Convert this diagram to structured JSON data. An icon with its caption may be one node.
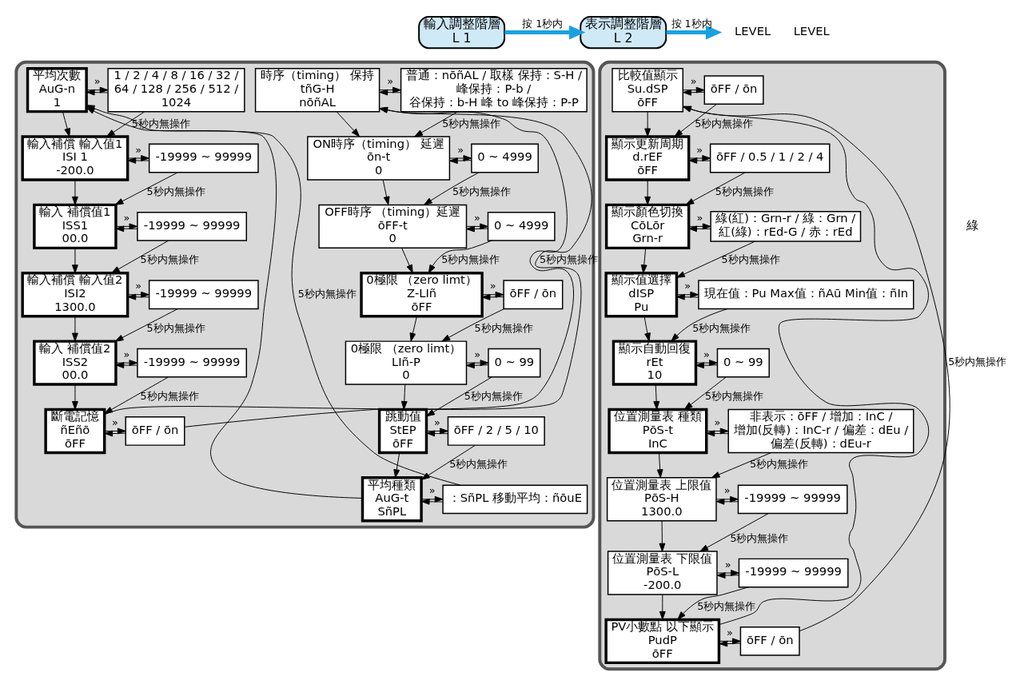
{
  "diagram": {
    "nodes": [
      {
        "text": [
          "輸入調整階層",
          "L 1"
        ]
      },
      {
        "text": [
          "表示調整階層",
          "L 2"
        ]
      },
      {
        "text": [],
        "shape": "box"
      },
      {
        "text": [],
        "shape": "box"
      },
      {
        "text": [
          "時序（timing） 保持",
          "tñG-H",
          "nōñAL"
        ],
        "in": 2
      },
      {
        "text": [
          "普通：nōñAL / 取樣 保持：S-H / 峰保持：P-b / 谷保持：b-H 峰 to 峰保持：P-P"
        ],
        "in": 2
      },
      {
        "text": [
          "ON時序（timing） 延遲",
          "ōn-t",
          "0"
        ],
        "in": 2
      },
      {
        "text": [
          "0 ~ 4999"
        ],
        "in": 2
      },
      {
        "text": [
          "OFF時序 （timing）延遲",
          "ōFF-t",
          "0"
        ],
        "in": 2
      },
      {
        "text": [
          "0 ~ 4999"
        ],
        "in": 2
      },
      {
        "text": [
          "0極限 （zero limt）",
          "Z-LIñ",
          "ōFF"
        ],
        "in": 2
      },
      {
        "text": [
          "ōFF / ōn"
        ],
        "in": 2
      },
      {
        "text": [
          "0極限 （zero limt）",
          "LIñ-P",
          "0"
        ],
        "in": 2
      },
      {
        "text": [
          "0 ~ 99"
        ],
        "in": 2
      },
      {
        "text": [
          "跳動值",
          "StEP",
          "ōFF"
        ],
        "in": 2
      },
      {
        "text": [
          "ōFF / 2 / 5 / 10"
        ],
        "in": 2
      },
      {
        "text": [
          "平均種類",
          "AuG-t",
          "SñPL"
        ],
        "in": 2
      },
      {
        "text": [
          "：SñPL 移動平均：ñōuE"
        ],
        "in": 2
      },
      {
        "text": [
          "平均次數",
          "AuG-n",
          "1"
        ],
        "in": 2
      },
      {
        "text": [
          "1 / 2 / 4 / 8 / 16 / 32 / 64 / 128 / 256 / 512 / 1024"
        ],
        "in": 2
      },
      {
        "text": [
          "輸入補償 輸入值1",
          "ISI 1",
          "-200.0"
        ],
        "in": 2
      },
      {
        "text": [
          "-19999 ~ 99999"
        ],
        "in": 2
      },
      {
        "text": [
          "輸入 補償值1",
          "ISS1",
          "00.0"
        ],
        "in": 2
      },
      {
        "text": [
          "-19999 ~ 99999"
        ],
        "in": 2
      },
      {
        "text": [
          "輸入補償 輸入值2",
          "ISI2",
          "1300.0"
        ],
        "in": 2
      },
      {
        "text": [
          "-19999 ~ 99999"
        ],
        "in": 2
      },
      {
        "text": [
          "輸入 補償值2",
          "ISS2",
          "00.0"
        ],
        "in": 2
      },
      {
        "text": [
          "-19999 ~ 99999"
        ],
        "in": 2
      },
      {
        "text": [
          "斷電記憶",
          "ñEñō",
          "ōFF"
        ],
        "in": 2
      },
      {
        "text": [
          "ōFF / ōn"
        ],
        "in": 2
      },
      {
        "text": [
          "比較值顯示",
          "Su.dSP",
          "ōFF"
        ],
        "in": 3
      },
      {
        "text": [
          "ōFF / ōn"
        ],
        "in": 3
      },
      {
        "text": [
          "顯示更新周期",
          "d.rEF",
          "ōFF"
        ],
        "in": 3
      },
      {
        "text": [
          "ōFF / 0.5 / 1 / 2 / 4"
        ],
        "in": 3
      },
      {
        "text": [
          "顯示顏色切換",
          "CōLōr",
          "Grn-r"
        ],
        "in": 3
      },
      {
        "text": [
          "綠(紅)：Grn-r / 綠：Grn / 紅(綠)：rEd-G / 赤：rEd"
        ],
        "in": 3
      },
      {
        "text": [
          "顯示值選擇",
          "dISP",
          "Pu"
        ],
        "in": 3
      },
      {
        "text": [
          "現在值：Pu Max值：ñAū Min值：ñIn"
        ],
        "in": 3
      },
      {
        "text": [
          "顯示自動回復",
          "rEt",
          "10"
        ],
        "in": 3
      },
      {
        "text": [
          "0 ~ 99"
        ],
        "in": 3
      },
      {
        "text": [
          "位置測量表 種類",
          "PōS-t",
          "InC"
        ],
        "in": 3
      },
      {
        "text": [
          "非表示：ōFF / 增加：InC / 增加(反轉)：InC-r / 偏差：dEu / 偏差(反轉)：dEu-r"
        ],
        "in": 3
      },
      {
        "text": [
          "位置測量表 上限值",
          "PōS-H",
          "1300.0"
        ],
        "in": 3
      },
      {
        "text": [
          "-19999 ~ 99999"
        ],
        "in": 3
      },
      {
        "text": [
          "位置測量表 下限值",
          "PōS-L",
          "-200.0"
        ],
        "in": 3
      },
      {
        "text": [
          "-19999 ~ 99999"
        ],
        "in": 3
      },
      {
        "text": [
          "PV小數點 以下顯示",
          "PudP",
          "ōFF"
        ],
        "in": 3
      },
      {
        "text": [
          "ōFF / ōn"
        ],
        "in": 3
      }
    ],
    "edges": [
      {
        "from": 0,
        "to": 1,
        "arrow": "to",
        "label": "按 1秒内",
        "style": "thick",
        "color": "#1aa0e0"
      },
      {
        "from": 1,
        "to": null,
        "arrow": "to",
        "label": "按 1秒内",
        "style": "thick",
        "color": "#1aa0e0"
      },
      {
        "from": 4,
        "to": 5,
        "arrow": "to",
        "label": "»"
      },
      {
        "from": 5,
        "to": 4,
        "arrow": "to"
      },
      {
        "from": 4,
        "to": 6,
        "arrow": "to"
      },
      {
        "from": 5,
        "to": 6,
        "arrow": "to",
        "label": "5秒内無操作"
      },
      {
        "from": 6,
        "to": 7,
        "arrow": "to",
        "label": "»"
      },
      {
        "from": 7,
        "to": 6,
        "arrow": "to"
      },
      {
        "from": 6,
        "to": 8,
        "arrow": "to"
      },
      {
        "from": 7,
        "to": 8,
        "arrow": "to",
        "label": "5秒内無操作"
      },
      {
        "from": 8,
        "to": 9,
        "arrow": "to",
        "label": "»"
      },
      {
        "from": 9,
        "to": 8,
        "arrow": "to"
      },
      {
        "from": 8,
        "to": 10,
        "arrow": "to"
      },
      {
        "from": 9,
        "to": 10,
        "arrow": "to",
        "label": "5秒内無操作"
      },
      {
        "from": 10,
        "to": 11,
        "arrow": "to",
        "label": "»"
      },
      {
        "from": 11,
        "to": 10,
        "arrow": "to"
      },
      {
        "from": 10,
        "to": 12,
        "arrow": "to"
      },
      {
        "from": 11,
        "to": 12,
        "arrow": "to",
        "label": "5秒内無操作"
      },
      {
        "from": 12,
        "to": 13,
        "arrow": "to",
        "label": "»"
      },
      {
        "from": 13,
        "to": 12,
        "arrow": "to"
      },
      {
        "from": 12,
        "to": 14,
        "arrow": "to"
      },
      {
        "from": 13,
        "to": 14,
        "arrow": "to",
        "label": "5秒内無操作"
      },
      {
        "from": 14,
        "to": 15,
        "arrow": "to",
        "label": "»"
      },
      {
        "from": 15,
        "to": 14,
        "arrow": "to"
      },
      {
        "from": 14,
        "to": 16,
        "arrow": "to"
      },
      {
        "from": 15,
        "to": 16,
        "arrow": "to",
        "label": "5秒内無操作"
      },
      {
        "from": 16,
        "to": 17,
        "arrow": "to",
        "label": "»"
      },
      {
        "from": 17,
        "to": 16,
        "arrow": "to"
      },
      {
        "from": 16,
        "to": 18,
        "arrow": "to"
      },
      {
        "from": 17,
        "to": 18,
        "arrow": "to",
        "label": "5秒内無操作"
      },
      {
        "from": 18,
        "to": 19,
        "arrow": "to",
        "label": "»"
      },
      {
        "from": 19,
        "to": 18,
        "arrow": "to"
      },
      {
        "from": 18,
        "to": 20,
        "arrow": "to"
      },
      {
        "from": 19,
        "to": 20,
        "arrow": "to",
        "label": "5秒内無操作"
      },
      {
        "from": 20,
        "to": 21,
        "arrow": "to",
        "label": "»"
      },
      {
        "from": 21,
        "to": 20,
        "arrow": "to"
      },
      {
        "from": 20,
        "to": 22,
        "arrow": "to"
      },
      {
        "from": 21,
        "to": 22,
        "arrow": "to",
        "label": "5秒内無操作"
      },
      {
        "from": 22,
        "to": 23,
        "arrow": "to",
        "label": "»"
      },
      {
        "from": 23,
        "to": 22,
        "arrow": "to"
      },
      {
        "from": 22,
        "to": 24,
        "arrow": "to"
      },
      {
        "from": 23,
        "to": 24,
        "arrow": "to",
        "label": "5秒内無操作"
      },
      {
        "from": 24,
        "to": 25,
        "arrow": "to",
        "label": "»"
      },
      {
        "from": 25,
        "to": 24,
        "arrow": "to"
      },
      {
        "from": 24,
        "to": 26,
        "arrow": "to"
      },
      {
        "from": 25,
        "to": 26,
        "arrow": "to",
        "label": "5秒内無操作"
      },
      {
        "from": 26,
        "to": 27,
        "arrow": "to",
        "label": "»"
      },
      {
        "from": 27,
        "to": 26,
        "arrow": "to"
      },
      {
        "from": 26,
        "to": 28,
        "arrow": "to"
      },
      {
        "from": 27,
        "to": 28,
        "arrow": "to",
        "label": "5秒内無操作"
      },
      {
        "from": 28,
        "to": 29,
        "arrow": "to",
        "label": "»"
      },
      {
        "from": 29,
        "to": 28,
        "arrow": "to"
      },
      {
        "from": 28,
        "to": 4,
        "arrow": "to"
      },
      {
        "from": 29,
        "to": 4,
        "arrow": "to",
        "label": "5秒内無操作"
      },
      {
        "from": 30,
        "to": 31,
        "arrow": "to",
        "label": "»"
      },
      {
        "from": 31,
        "to": 30,
        "arrow": "to"
      },
      {
        "from": 30,
        "to": 32,
        "arrow": "to"
      },
      {
        "from": 31,
        "to": 32,
        "arrow": "to",
        "label": "5秒内無操作"
      },
      {
        "from": 32,
        "to": 33,
        "arrow": "to",
        "label": "»"
      },
      {
        "from": 33,
        "to": 32,
        "arrow": "to"
      },
      {
        "from": 32,
        "to": 34,
        "arrow": "to"
      },
      {
        "from": 33,
        "to": 34,
        "arrow": "to",
        "label": "5秒内無操作"
      },
      {
        "from": 34,
        "to": 35,
        "arrow": "to",
        "label": "»"
      },
      {
        "from": 35,
        "to": 34,
        "arrow": "to"
      },
      {
        "from": 34,
        "to": 36,
        "arrow": "to"
      },
      {
        "from": 35,
        "to": 36,
        "arrow": "to",
        "label": "5秒内無操作"
      },
      {
        "from": 36,
        "to": 37,
        "arrow": "to",
        "label": "»"
      },
      {
        "from": 37,
        "to": 36,
        "arrow": "to"
      },
      {
        "from": 36,
        "to": 38,
        "arrow": "to"
      },
      {
        "from": 37,
        "to": 38,
        "arrow": "to",
        "label": "5秒内無操作"
      },
      {
        "from": 38,
        "to": 39,
        "arrow": "to",
        "label": "»"
      },
      {
        "from": 39,
        "to": 38,
        "arrow": "to"
      },
      {
        "from": 38,
        "to": 40,
        "arrow": "to"
      },
      {
        "from": 39,
        "to": 40,
        "arrow": "to",
        "label": "5秒内無操作"
      },
      {
        "from": 40,
        "to": 41,
        "arrow": "to",
        "label": "»"
      },
      {
        "from": 41,
        "to": 40,
        "arrow": "to"
      },
      {
        "from": 40,
        "to": 42,
        "arrow": "to"
      },
      {
        "from": 41,
        "to": 42,
        "arrow": "to",
        "label": "5秒内無操作"
      },
      {
        "from": 42,
        "to": 43,
        "arrow": "to",
        "label": "»"
      },
      {
        "from": 43,
        "to": 42,
        "arrow": "to"
      },
      {
        "from": 42,
        "to": 44,
        "arrow": "to"
      },
      {
        "from": 43,
        "to": 44,
        "arrow": "to",
        "label": "5秒内無操作"
      },
      {
        "from": 44,
        "to": 45,
        "arrow": "to",
        "label": "»"
      },
      {
        "from": 45,
        "to": 44,
        "arrow": "to"
      },
      {
        "from": 44,
        "to": 46,
        "arrow": "to"
      },
      {
        "from": 45,
        "to": 46,
        "arrow": "to",
        "label": "5秒内無操作"
      },
      {
        "from": 46,
        "to": 47,
        "arrow": "to",
        "label": "»"
      },
      {
        "from": 47,
        "to": 46,
        "arrow": "to"
      },
      {
        "from": 46,
        "to": 30,
        "arrow": "to"
      },
      {
        "from": 47,
        "to": 30,
        "arrow": "to",
        "label": "5秒内無操作"
      }
    ],
    "labels": [
      "LEVEL",
      "LEVEL",
      "綠"
    ]
  }
}
